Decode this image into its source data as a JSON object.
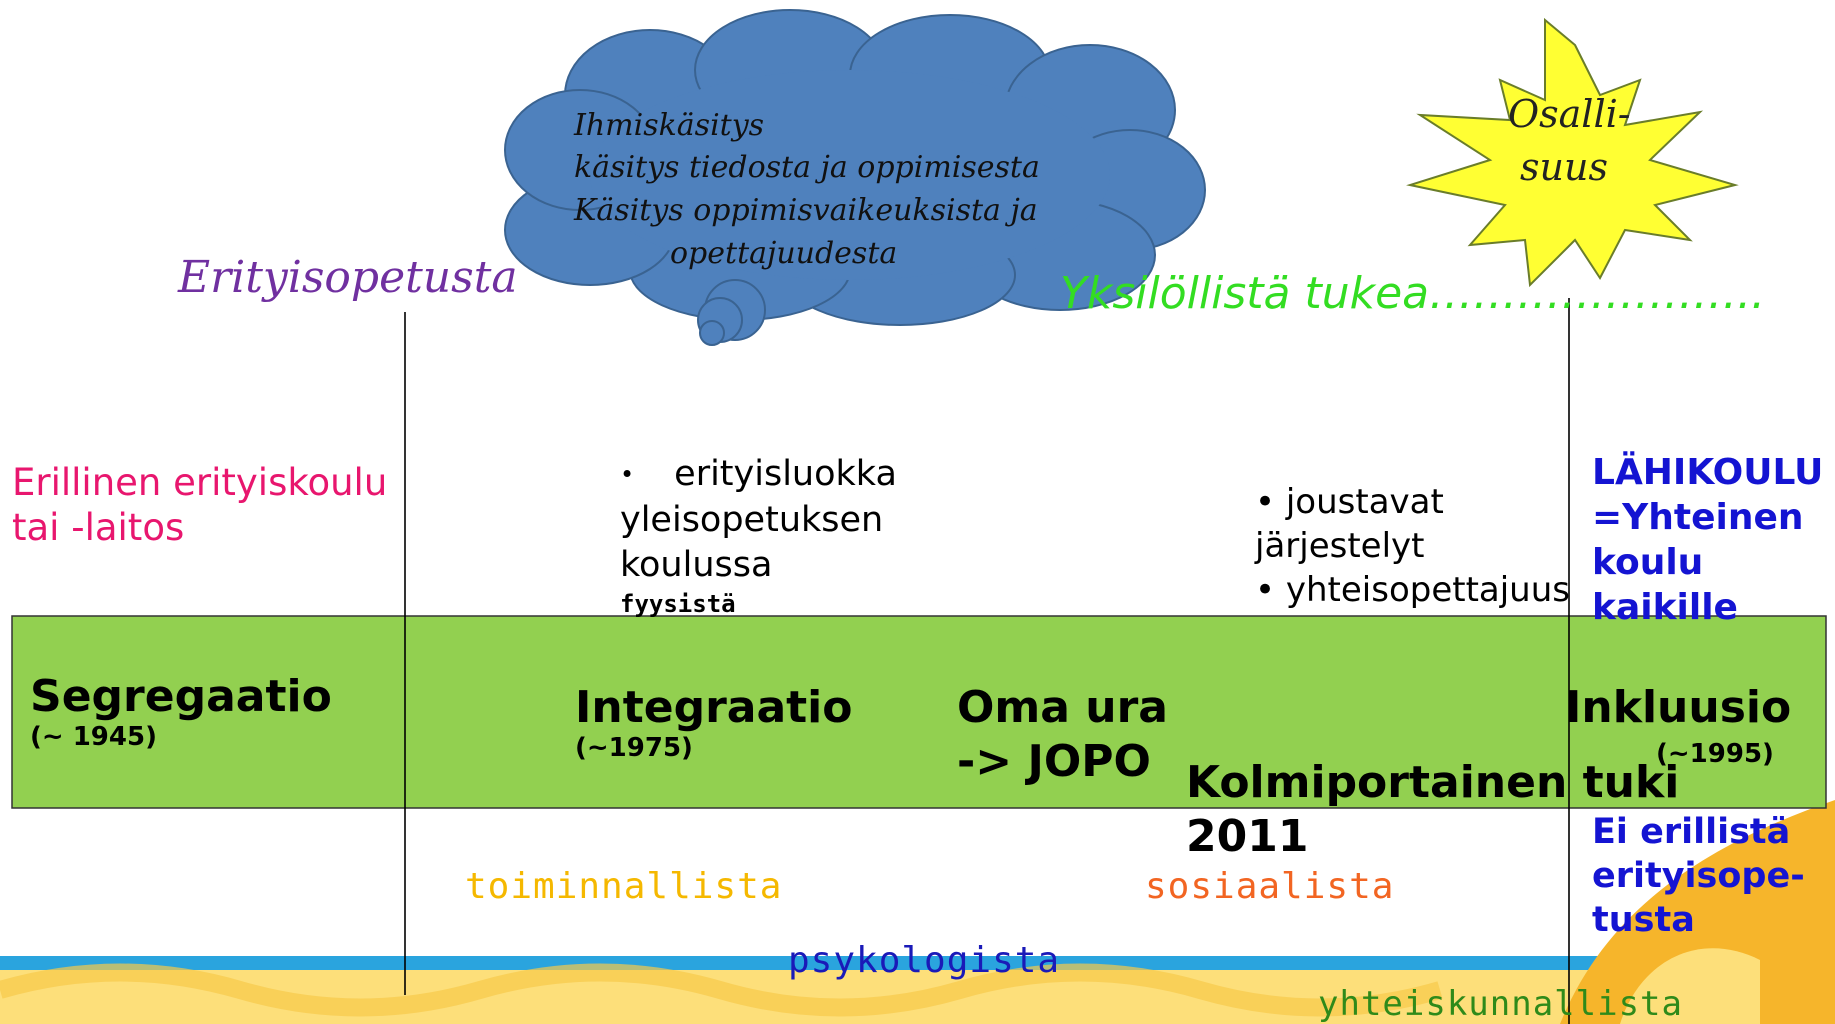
{
  "cloud": {
    "lines": [
      "Ihmiskäsitys",
      "käsitys tiedosta ja oppimisesta",
      "Käsitys oppimisvaikeuksista ja",
      "opettajuudesta"
    ]
  },
  "star": {
    "lines": [
      "Osalli-",
      "suus"
    ]
  },
  "top_labels": {
    "erityisopetusta": "Erityisopetusta",
    "yksilollista": "Yksilöllistä tukea………………….."
  },
  "erillinen": {
    "line1": "Erillinen erityiskoulu",
    "line2": "tai -laitos"
  },
  "erityisluokka": {
    "bullet": "•",
    "line1": "erityisluokka",
    "line2": "yleisopetuksen",
    "line3": "koulussa",
    "line4": "fyysistä"
  },
  "joustavat": {
    "line1": "• joustavat",
    "line2": "järjestelyt",
    "line3": "• yhteisopettajuus"
  },
  "lahikoulu": [
    "LÄHIKOULU",
    "=Yhteinen",
    "koulu",
    "kaikille"
  ],
  "band": {
    "segregaatio": {
      "title": "Segregaatio",
      "year": "(~ 1945)"
    },
    "integraatio": {
      "title": "Integraatio",
      "year": "(~1975)"
    },
    "oma_ura": {
      "line1": "Oma ura",
      "line2": "-> JOPO"
    },
    "kolmiportainen": {
      "line1": "Kolmiportainen tuki",
      "line2": "2011"
    },
    "inkluusio": {
      "title": "Inkluusio",
      "year": "(~1995)"
    }
  },
  "ei_erillista": [
    "Ei erillistä",
    "erityisope-",
    "tusta"
  ],
  "dimensions": {
    "toiminnallista": "toiminnallista",
    "sosiaalista": "sosiaalista",
    "psykologista": "psykologista",
    "yhteiskunnallista": "yhteiskunnallista"
  },
  "colors": {
    "band_green": "#92d050",
    "cloud_blue": "#4f81bd",
    "star_yellow": "#ffff33",
    "purple": "#7030a0",
    "bright_green": "#33dd22",
    "magenta": "#e8166e",
    "orange_yellow": "#f5b800",
    "orange": "#f26522",
    "navy": "#1a1ab8",
    "dark_green": "#2f8a1a",
    "label_blue": "#1414d2"
  }
}
